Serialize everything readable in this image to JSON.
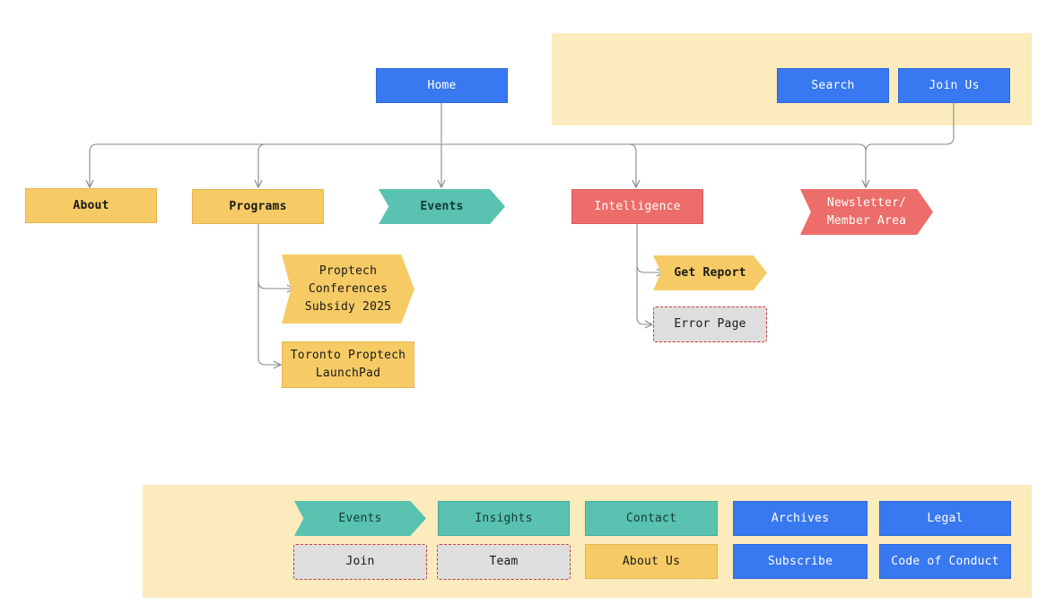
{
  "header_nodes": {
    "home": "Home",
    "search": "Search",
    "join_us": "Join Us"
  },
  "main_nodes": {
    "about": "About",
    "programs": "Programs",
    "events": "Events",
    "intelligence": "Intelligence",
    "newsletter_line1": "Newsletter/",
    "newsletter_line2": "Member Area"
  },
  "program_children": {
    "proptech_line1": "Proptech",
    "proptech_line2": "Conferences",
    "proptech_line3": "Subsidy 2025",
    "launchpad_line1": "Toronto Proptech",
    "launchpad_line2": "LaunchPad"
  },
  "intelligence_children": {
    "get_report": "Get Report",
    "error_page": "Error Page"
  },
  "footer": {
    "events": "Events",
    "insights": "Insights",
    "contact": "Contact",
    "archives": "Archives",
    "legal": "Legal",
    "join": "Join",
    "team": "Team",
    "about_us": "About Us",
    "subscribe": "Subscribe",
    "code_of_conduct": "Code of Conduct"
  },
  "colors": {
    "blue": "#3878f0",
    "yellow": "#f6cb65",
    "teal": "#59c2b1",
    "red": "#ec6d69",
    "gray": "#dedede",
    "panel": "#fcebbd",
    "connector": "#8a8a8a"
  }
}
